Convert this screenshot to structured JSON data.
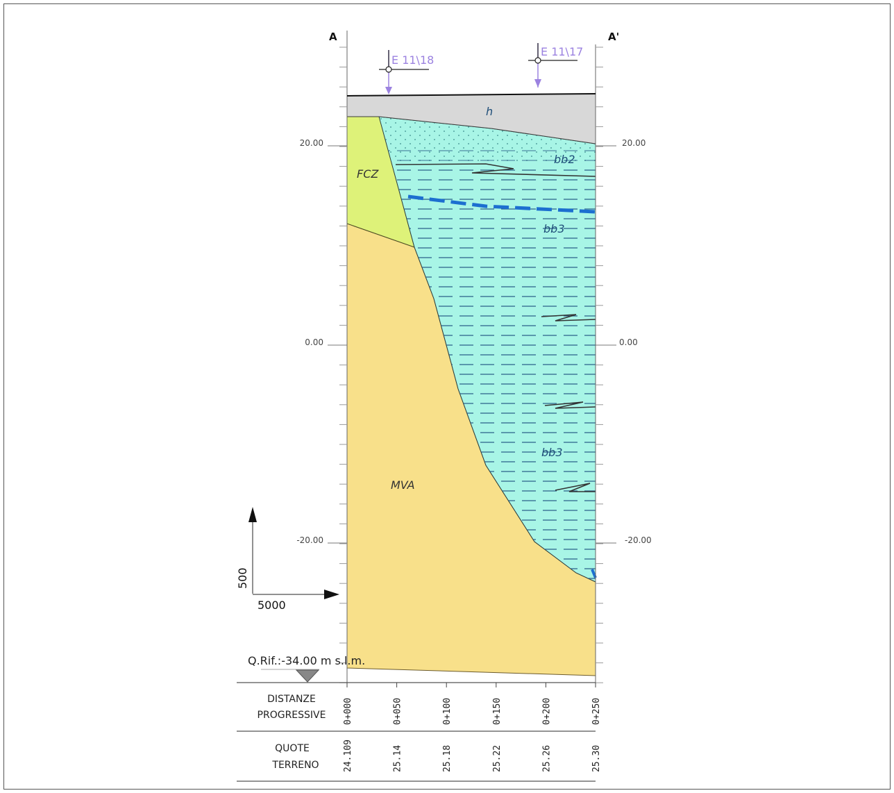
{
  "section": {
    "start_label": "A",
    "end_label": "A'",
    "boreholes": [
      {
        "label": "E 11\\18"
      },
      {
        "label": "E 11\\17"
      }
    ],
    "elevation_ticks": [
      "20.00",
      "0.00",
      "-20.00"
    ],
    "units": [
      {
        "code": "h",
        "color": "#d8d8d8"
      },
      {
        "code": "bb2",
        "color": "#a8f5e6"
      },
      {
        "code": "FCZ",
        "color": "#def279"
      },
      {
        "code": "bb3",
        "color": "#a8f5e6"
      },
      {
        "code": "bb3",
        "color": "#a8f5e6"
      },
      {
        "code": "MVA",
        "color": "#f8e08a"
      }
    ],
    "water_table_color": "#1c6fd0",
    "label_color": "#1f4e79",
    "borehole_color": "#9b82e0"
  },
  "scale": {
    "vertical": "500",
    "horizontal": "5000"
  },
  "reference": {
    "label": "Q.Rif.:-34.00 m s.l.m."
  },
  "table": {
    "row1_label_line1": "DISTANZE",
    "row1_label_line2": "PROGRESSIVE",
    "row2_label_line1": "QUOTE",
    "row2_label_line2": "TERRENO",
    "distances": [
      "0+000",
      "0+050",
      "0+100",
      "0+150",
      "0+200",
      "0+250"
    ],
    "quotes": [
      "24.109",
      "25.14",
      "25.18",
      "25.22",
      "25.26",
      "25.30"
    ]
  }
}
